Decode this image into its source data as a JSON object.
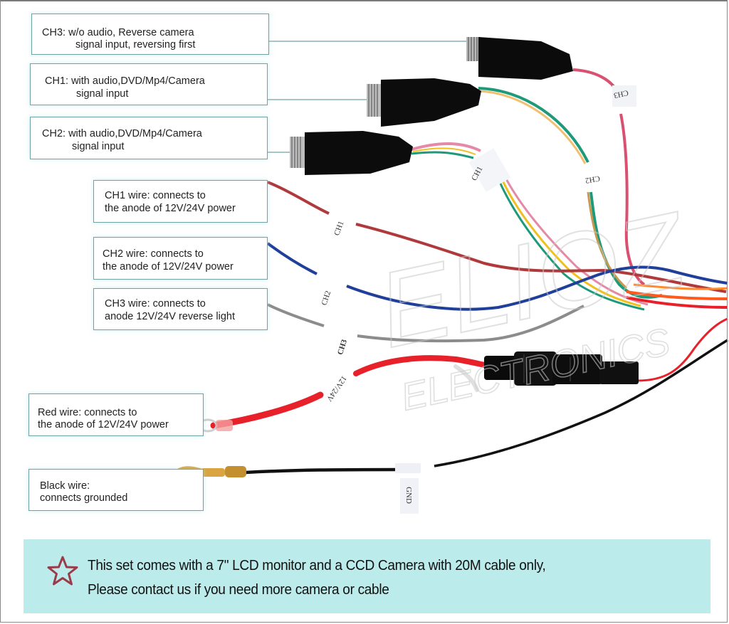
{
  "callouts": {
    "ch3_input": {
      "line1": "CH3: w/o audio, Reverse camera",
      "line2": "signal input, reversing first"
    },
    "ch1_input": {
      "line1": "CH1: with audio,DVD/Mp4/Camera",
      "line2": "signal input"
    },
    "ch2_input": {
      "line1": "CH2: with audio,DVD/Mp4/Camera",
      "line2": "signal input"
    },
    "ch1_wire": {
      "line1": "CH1 wire: connects to",
      "line2": "the anode of 12V/24V power"
    },
    "ch2_wire": {
      "line1": "CH2 wire: connects to",
      "line2": "the anode of 12V/24V power"
    },
    "ch3_wire": {
      "line1": "CH3 wire: connects to",
      "line2": "anode 12V/24V reverse light"
    },
    "red_wire": {
      "line1": "Red wire: connects to",
      "line2": "the anode of 12V/24V power"
    },
    "black_wire": {
      "line1": "Black wire:",
      "line2": "connects grounded"
    }
  },
  "wire_tags": {
    "ch3_top": "CH3",
    "ch2_top": "CH2",
    "ch1_mid": "CH1",
    "ch1_power": "CH1",
    "ch2_power": "CH2",
    "ch3_power": "CH3",
    "power_12v": "12V/24V",
    "ground": "GND"
  },
  "watermark": {
    "brand": "ELIOZ",
    "sub": "ELECTRONICS"
  },
  "footer": {
    "icon": "star-icon",
    "line1": "This set comes with a 7\" LCD monitor and a CCD Camera with 20M cable only,",
    "line2": "Please contact us if you need  more camera or cable"
  },
  "colors": {
    "callout_border": "#6fa2a4",
    "footer_bg": "#bcebec",
    "star": "#9b3b4a",
    "wire_red": "#e8202a",
    "wire_brown_red": "#b0393c",
    "wire_blue": "#1f3f9a",
    "wire_gray": "#8c8c8c",
    "wire_green": "#1e9a7a",
    "wire_pink": "#e58aa6",
    "wire_yellow": "#f0c020",
    "wire_black": "#111111",
    "terminal_gold": "#d9a441"
  }
}
